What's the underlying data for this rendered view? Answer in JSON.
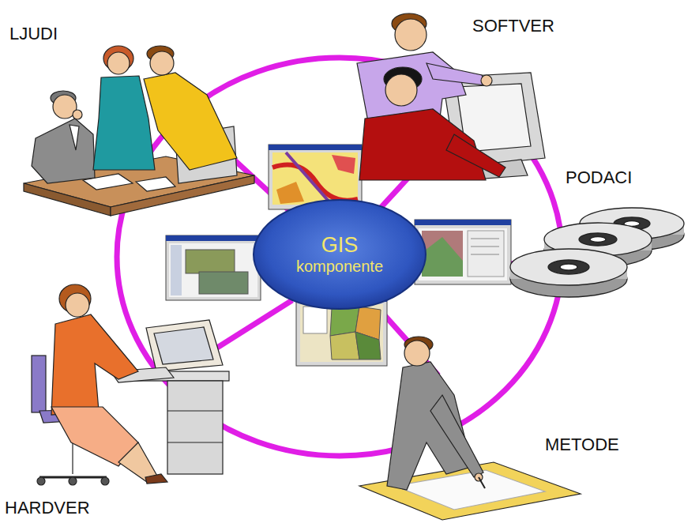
{
  "diagram": {
    "nodes": [
      {
        "text": [
          "GIS",
          "komponente"
        ]
      }
    ],
    "labels": [
      "LJUDI",
      "SOFTVER",
      "PODACI",
      "METODE",
      "HARDVER"
    ]
  }
}
